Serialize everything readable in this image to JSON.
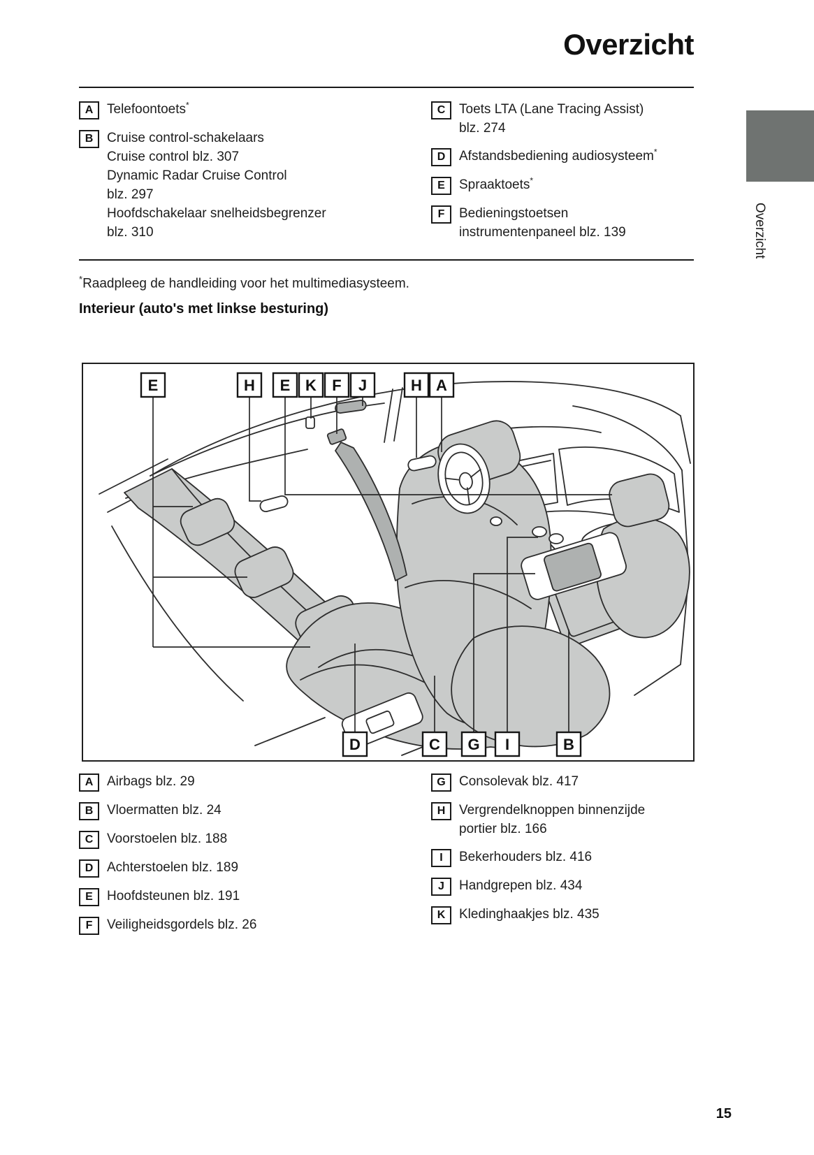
{
  "page": {
    "title": "Overzicht",
    "side_tab_label": "Overzicht",
    "page_number": "15",
    "footnote": {
      "sup": "*",
      "text": "Raadpleeg de handleiding voor het multimediasysteem."
    },
    "section_heading": "Interieur (auto's met linkse besturing)"
  },
  "colors": {
    "tab_gray": "#6f7371",
    "seat_gray": "#c9cbca",
    "seat_gray_dark": "#aeb1b0",
    "line": "#2d2d2d"
  },
  "top_legend": {
    "left": [
      {
        "key": "A",
        "sup": "*",
        "lines": [
          "Telefoontoets"
        ]
      },
      {
        "key": "B",
        "lines": [
          "Cruise control-schakelaars",
          "Cruise control blz. 307",
          "Dynamic Radar Cruise Control",
          "blz. 297",
          "Hoofdschakelaar snelheidsbegrenzer",
          "blz. 310"
        ]
      }
    ],
    "right": [
      {
        "key": "C",
        "lines": [
          "Toets LTA (Lane Tracing Assist)",
          "blz. 274"
        ]
      },
      {
        "key": "D",
        "sup": "*",
        "lines": [
          "Afstandsbediening audiosysteem"
        ]
      },
      {
        "key": "E",
        "sup": "*",
        "lines": [
          "Spraaktoets"
        ]
      },
      {
        "key": "F",
        "lines": [
          "Bedieningstoetsen",
          "instrumentenpaneel blz. 139"
        ]
      }
    ]
  },
  "diagram": {
    "caption_labels_top": [
      "E",
      "H",
      "E",
      "K",
      "F",
      "J",
      "H",
      "A"
    ],
    "caption_labels_bottom": [
      "D",
      "C",
      "G",
      "I",
      "B"
    ]
  },
  "bottom_legend": {
    "left": [
      {
        "key": "A",
        "lines": [
          "Airbags blz. 29"
        ]
      },
      {
        "key": "B",
        "lines": [
          "Vloermatten blz. 24"
        ]
      },
      {
        "key": "C",
        "lines": [
          "Voorstoelen blz. 188"
        ]
      },
      {
        "key": "D",
        "lines": [
          "Achterstoelen blz. 189"
        ]
      },
      {
        "key": "E",
        "lines": [
          "Hoofdsteunen blz. 191"
        ]
      },
      {
        "key": "F",
        "lines": [
          "Veiligheidsgordels blz. 26"
        ]
      }
    ],
    "right": [
      {
        "key": "G",
        "lines": [
          "Consolevak blz. 417"
        ]
      },
      {
        "key": "H",
        "lines": [
          "Vergrendelknoppen binnenzijde",
          "portier blz. 166"
        ]
      },
      {
        "key": "I",
        "lines": [
          "Bekerhouders blz. 416"
        ]
      },
      {
        "key": "J",
        "lines": [
          "Handgrepen blz. 434"
        ]
      },
      {
        "key": "K",
        "lines": [
          "Kledinghaakjes blz. 435"
        ]
      }
    ]
  }
}
